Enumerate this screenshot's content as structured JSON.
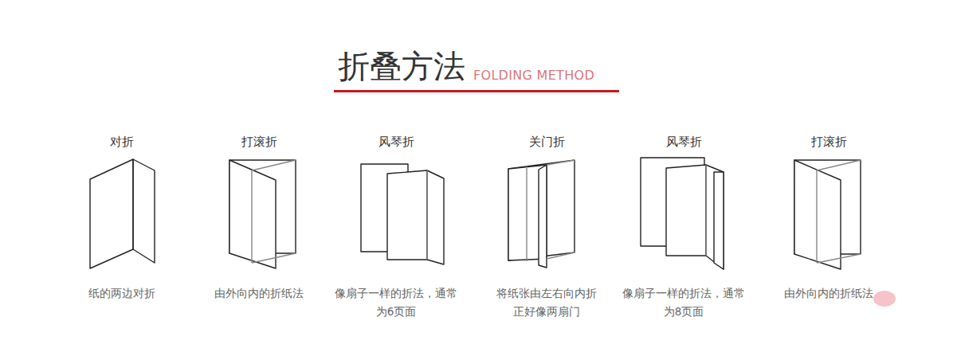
{
  "diagram": {
    "title": "折叠方法",
    "labels": [
      "FOLDING METHOD",
      "对折",
      "纸的两边对折",
      "打滚折",
      "由外向内的折纸法",
      "风琴折",
      "像扇子一样的折法，通常 为6页面",
      "关门折",
      "将纸张由左右向内折 正好像两扇门",
      "风琴折",
      "像扇子一样的折法，通常 为8页面",
      "打滚折",
      "由外向内的折纸法"
    ]
  }
}
